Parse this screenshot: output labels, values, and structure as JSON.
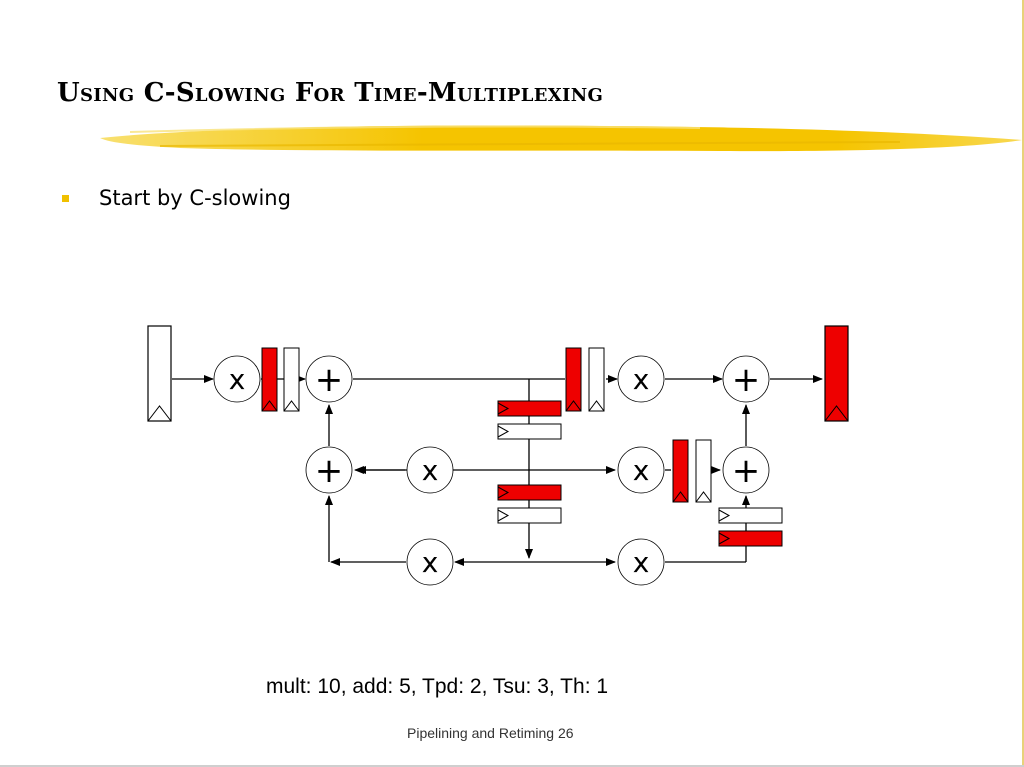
{
  "slide": {
    "title": "Using C-Slowing For Time-Multiplexing",
    "bullet": "Start by C-slowing",
    "caption": "mult: 10, add: 5, Tpd: 2, Tsu: 3, Th: 1",
    "footer": "Pipelining and Retiming 26"
  },
  "diagram": {
    "operators": {
      "mult_top_left": "x",
      "add_top_left": "+",
      "mult_top_right": "x",
      "add_top_right": "+",
      "add_mid_left": "+",
      "mult_mid_left": "x",
      "mult_mid_right": "x",
      "add_mid_right": "+",
      "mult_bottom_left": "x",
      "mult_bottom_right": "x"
    }
  },
  "colors": {
    "register_filled": "#ee0000",
    "register_empty": "#ffffff",
    "bullet_marker": "#f0c000",
    "highlight": "#f5c400"
  }
}
